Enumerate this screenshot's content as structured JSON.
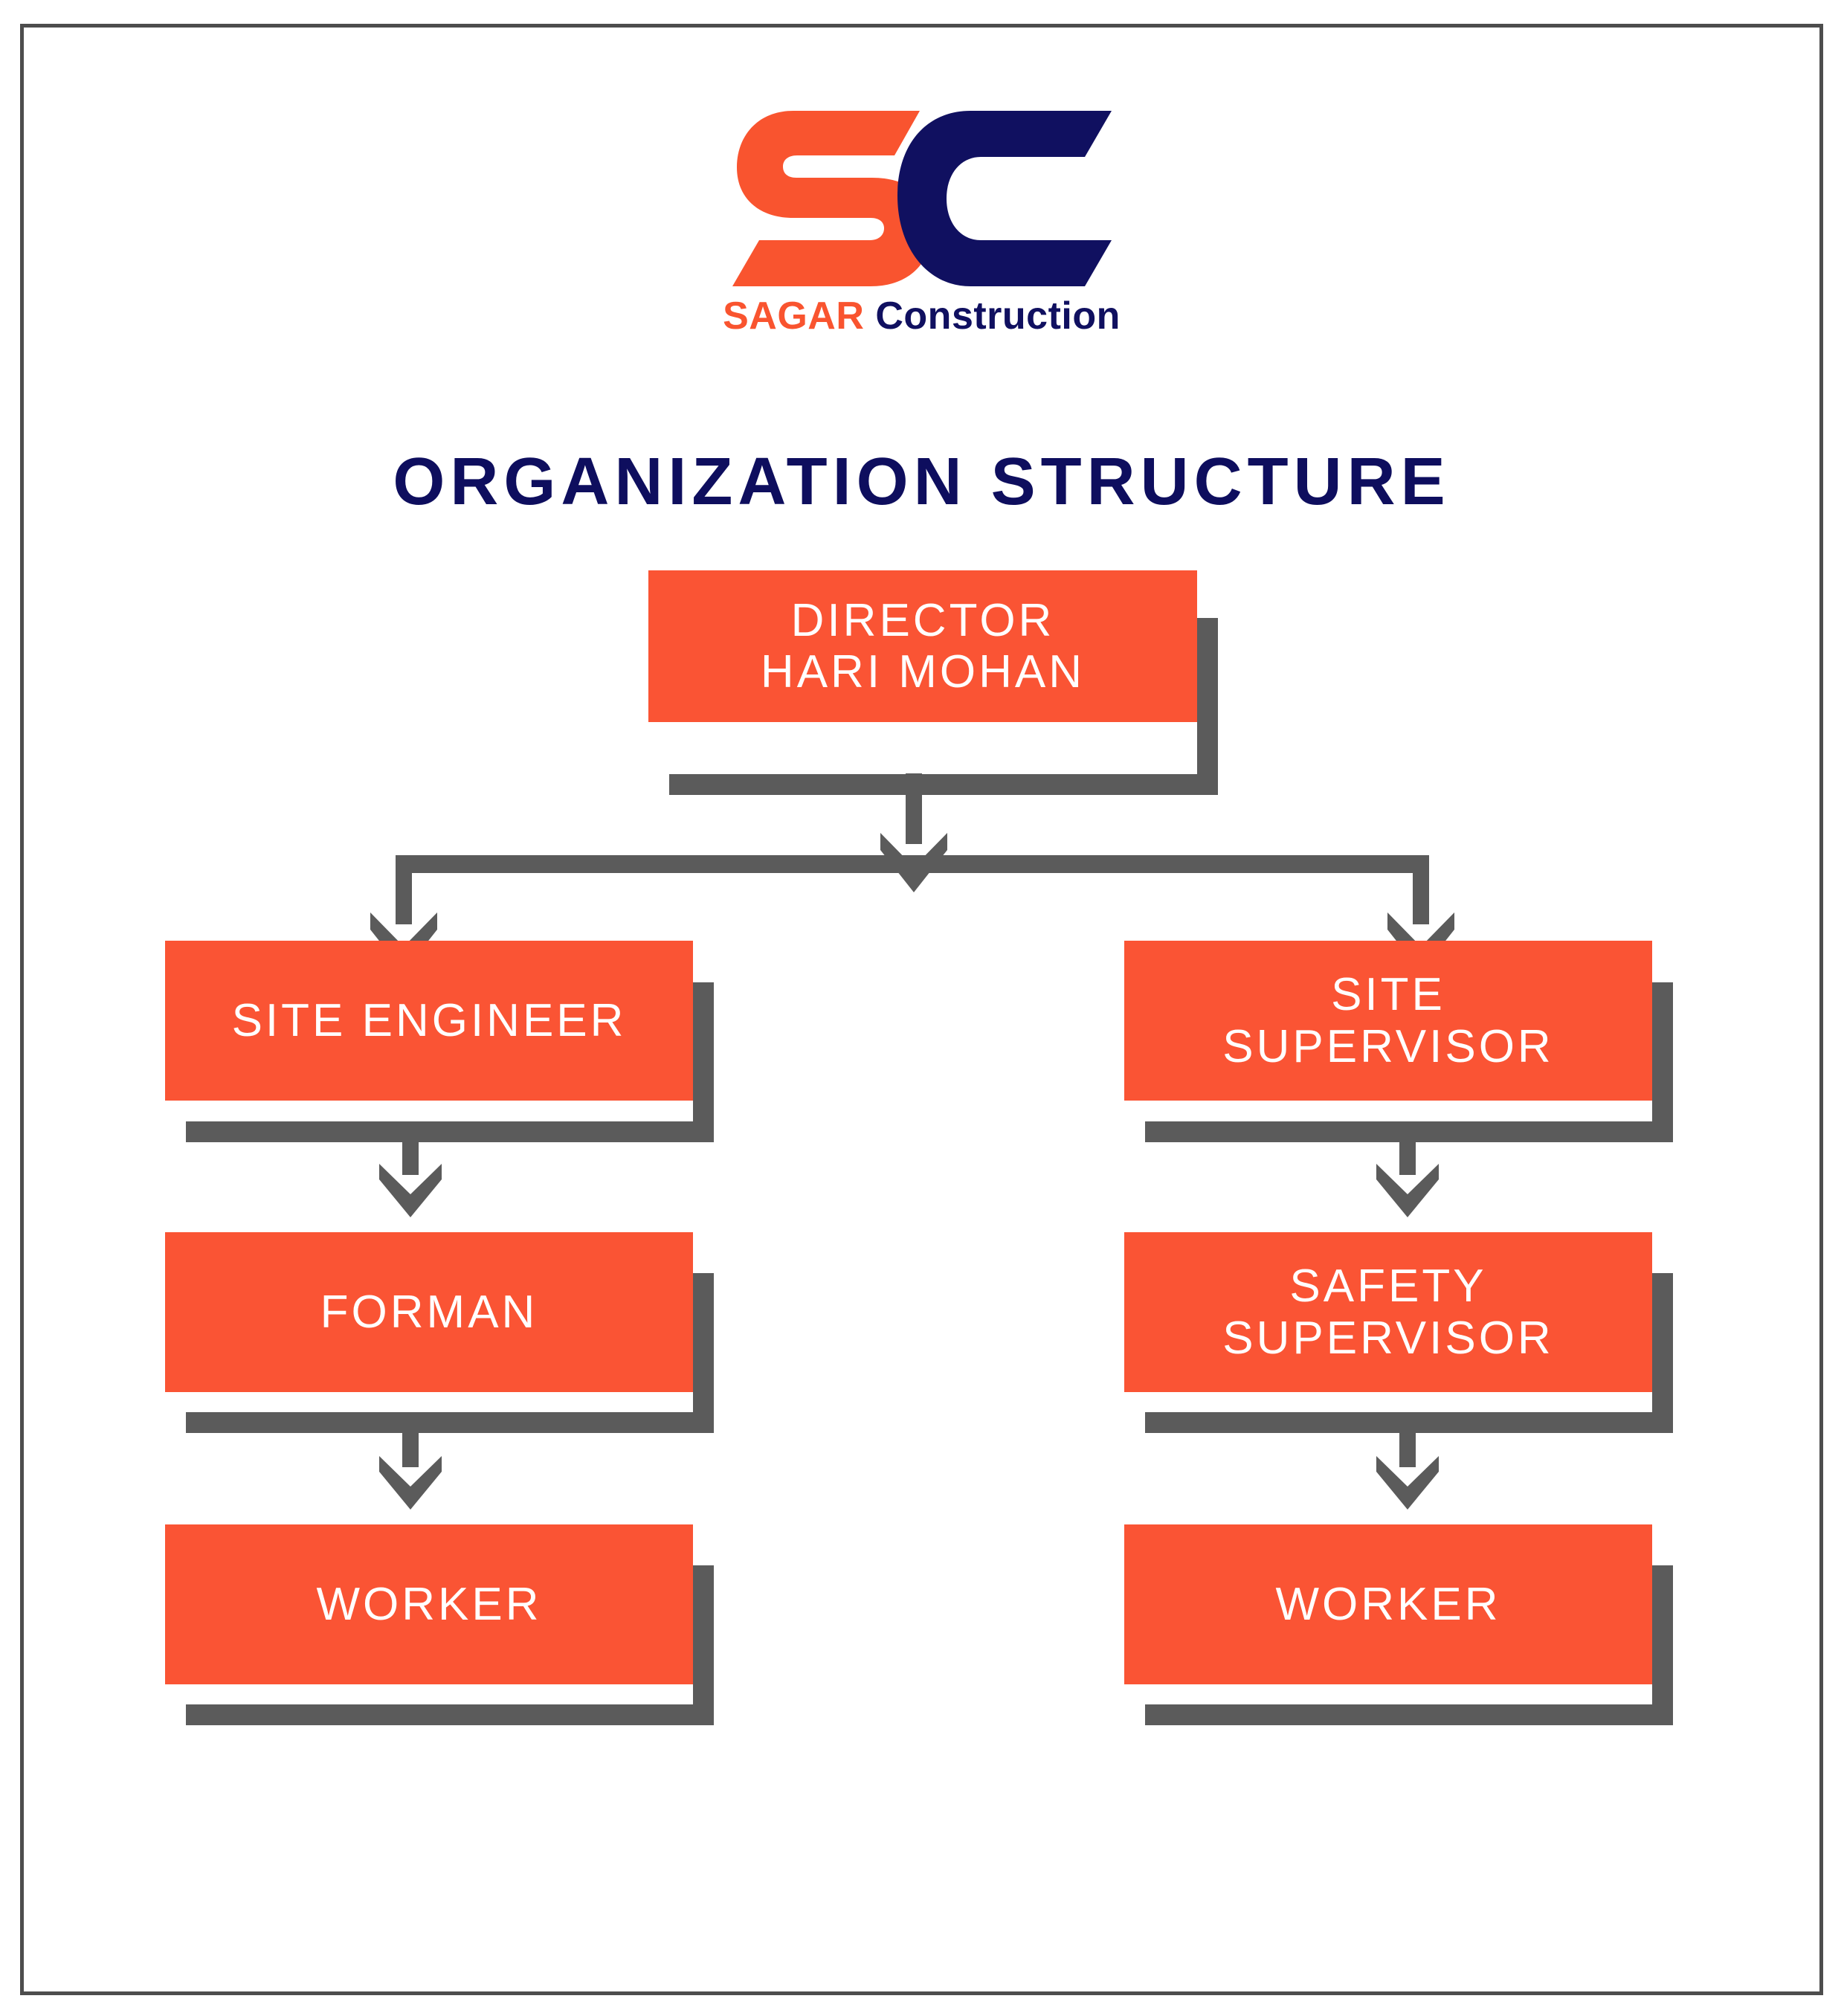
{
  "document": {
    "title": "ORGANIZATION STRUCTURE",
    "border_color": "#4d4d4d",
    "background": "#ffffff"
  },
  "logo": {
    "mark_letters": "SC",
    "mark_s_color": "#F9542F",
    "mark_c_color": "#101060",
    "wordmark_primary": "SAGAR",
    "wordmark_secondary": "Construction",
    "wordmark_primary_color": "#F9542F",
    "wordmark_secondary_color": "#101060"
  },
  "theme": {
    "node_fill": "#FA5434",
    "node_text": "#FFFFFF",
    "shadow": "#5B5B5B",
    "connector": "#5B5B5B",
    "title_color": "#0E0E5E"
  },
  "chart_data": {
    "type": "org-chart",
    "title": "ORGANIZATION STRUCTURE",
    "orientation": "top-down",
    "nodes": [
      {
        "id": "director",
        "label": "DIRECTOR\nHARI MOHAN",
        "lines": [
          "DIRECTOR",
          "HARI MOHAN"
        ],
        "level": 0,
        "branch": "root"
      },
      {
        "id": "site-engineer",
        "label": "SITE ENGINEER",
        "lines": [
          "SITE ENGINEER"
        ],
        "level": 1,
        "branch": "left"
      },
      {
        "id": "site-supervisor",
        "label": "SITE SUPERVISOR",
        "lines": [
          "SITE",
          "SUPERVISOR"
        ],
        "level": 1,
        "branch": "right"
      },
      {
        "id": "forman",
        "label": "FORMAN",
        "lines": [
          "FORMAN"
        ],
        "level": 2,
        "branch": "left"
      },
      {
        "id": "safety-supervisor",
        "label": "SAFETY SUPERVISOR",
        "lines": [
          "SAFETY",
          "SUPERVISOR"
        ],
        "level": 2,
        "branch": "right"
      },
      {
        "id": "worker-left",
        "label": "WORKER",
        "lines": [
          "WORKER"
        ],
        "level": 3,
        "branch": "left"
      },
      {
        "id": "worker-right",
        "label": "WORKER",
        "lines": [
          "WORKER"
        ],
        "level": 3,
        "branch": "right"
      }
    ],
    "edges": [
      {
        "from": "director",
        "to": "site-engineer"
      },
      {
        "from": "director",
        "to": "site-supervisor"
      },
      {
        "from": "site-engineer",
        "to": "forman"
      },
      {
        "from": "site-supervisor",
        "to": "safety-supervisor"
      },
      {
        "from": "forman",
        "to": "worker-left"
      },
      {
        "from": "safety-supervisor",
        "to": "worker-right"
      }
    ]
  },
  "nodes": {
    "director": {
      "line1": "DIRECTOR",
      "line2": "HARI MOHAN"
    },
    "site_engineer": {
      "line1": "SITE ENGINEER"
    },
    "site_supervisor": {
      "line1": "SITE",
      "line2": "SUPERVISOR"
    },
    "forman": {
      "line1": "FORMAN"
    },
    "safety_supervisor": {
      "line1": "SAFETY",
      "line2": "SUPERVISOR"
    },
    "worker_left": {
      "line1": "WORKER"
    },
    "worker_right": {
      "line1": "WORKER"
    }
  }
}
